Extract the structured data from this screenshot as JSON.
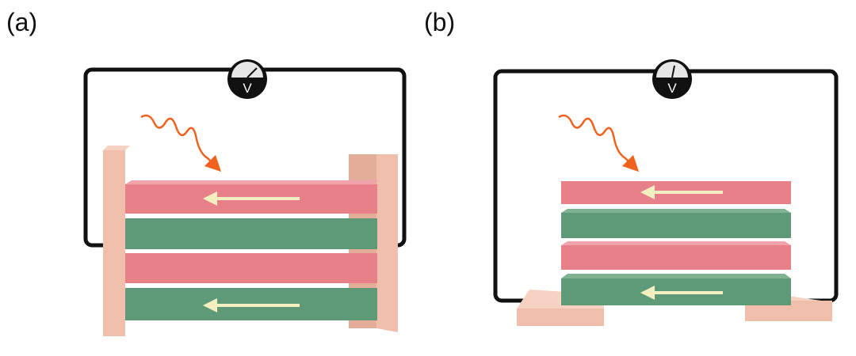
{
  "panels": [
    {
      "label": "(a)",
      "meter_symbol": "V"
    },
    {
      "label": "(b)",
      "meter_symbol": "V"
    }
  ],
  "colors": {
    "pink_layer": "#e8808a",
    "green_layer": "#5f9a78",
    "electrode": "#efbfac",
    "arrow": "#f3efc0",
    "light_wave": "#f0621e",
    "wire": "#111111"
  }
}
